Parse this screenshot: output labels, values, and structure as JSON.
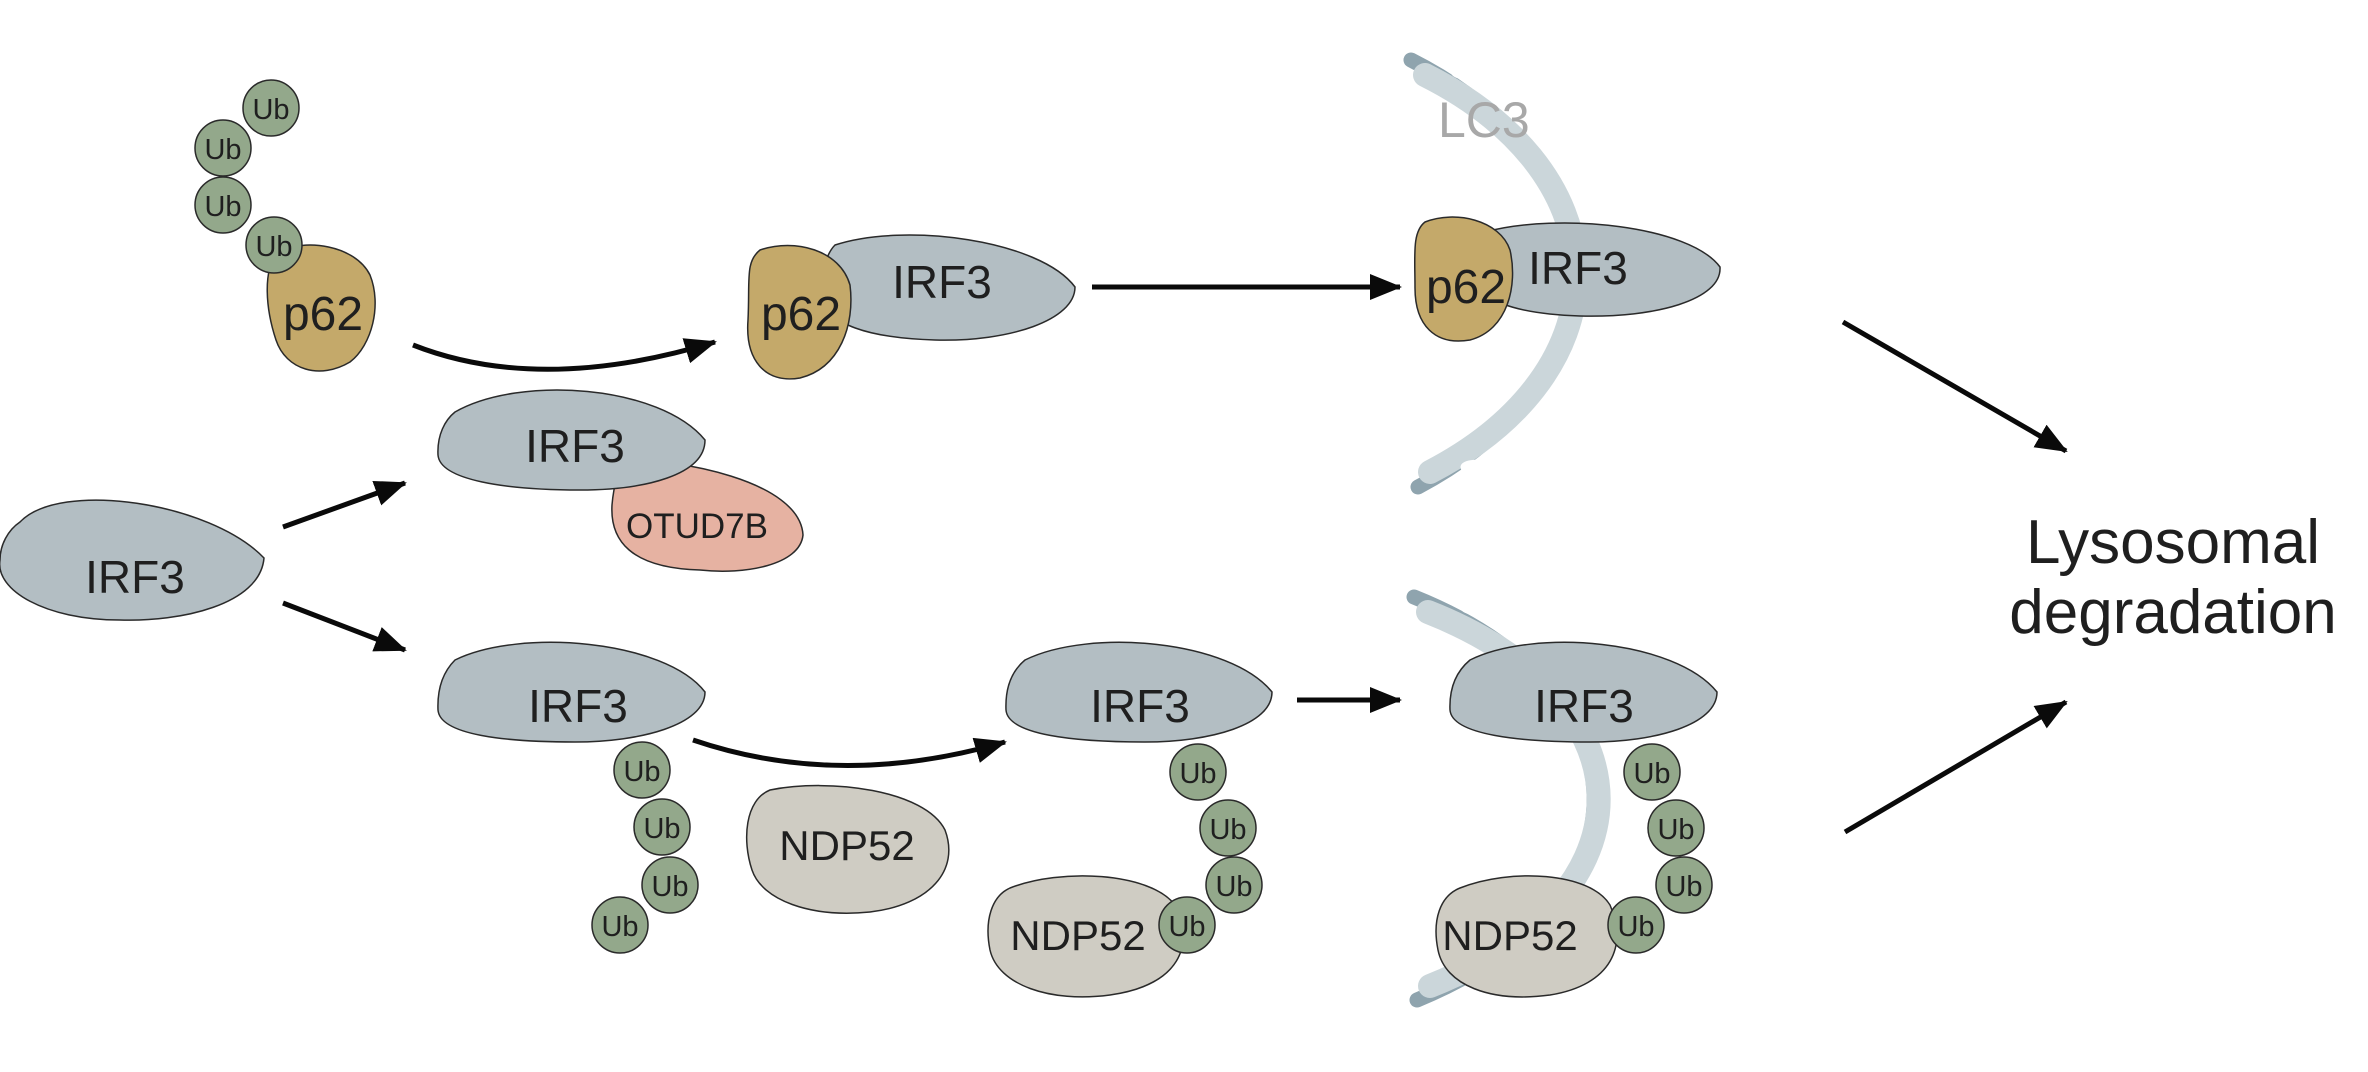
{
  "labels": {
    "irf3": "IRF3",
    "p62": "p62",
    "ub": "Ub",
    "otud7b": "OTUD7B",
    "ndp52": "NDP52",
    "lc3": "LC3",
    "outcome_line1": "Lysosomal",
    "outcome_line2": "degradation"
  },
  "colors": {
    "irf3": "#b3bec3",
    "p62": "#c4a96a",
    "ub": "#93a88b",
    "otud7b": "#e6b2a2",
    "ndp52": "#cfccc3",
    "membrane": "#8fa4ae",
    "membrane_inner": "#cbd6da",
    "lc3_text": "#a8a8a8",
    "arrow": "#0a0a0a"
  }
}
